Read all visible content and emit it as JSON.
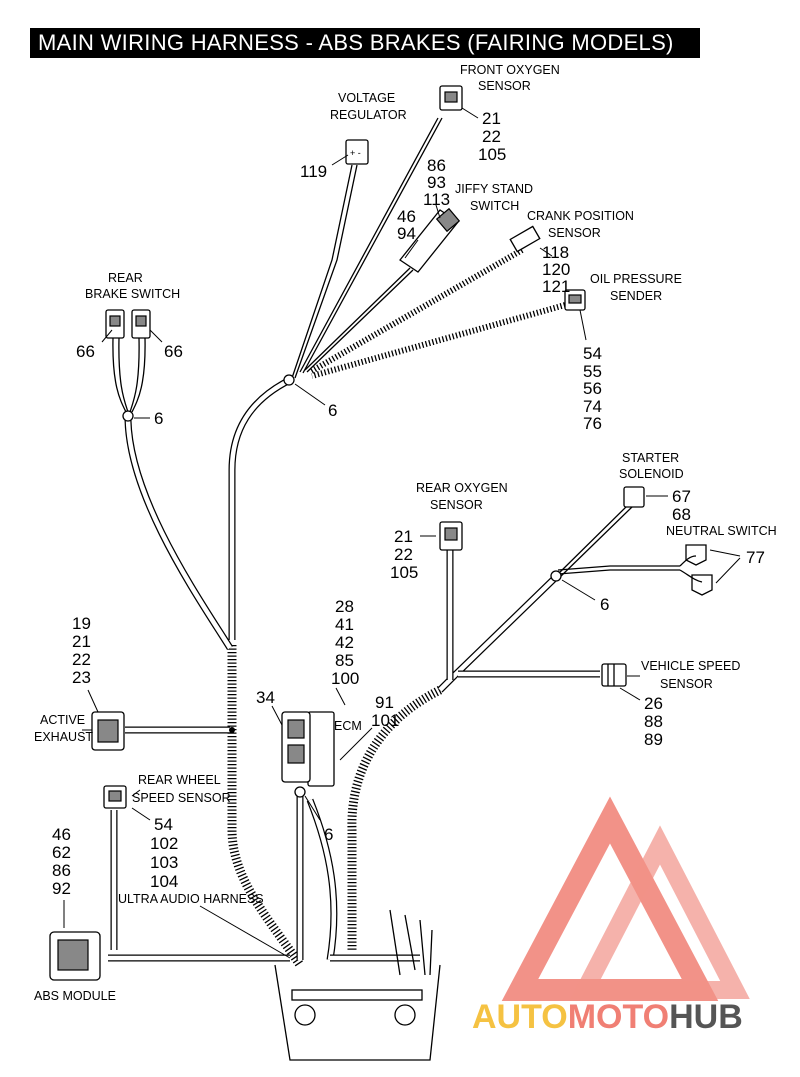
{
  "title": "MAIN WIRING HARNESS - ABS BRAKES (FAIRING MODELS)",
  "labels": {
    "front_oxygen_1": "FRONT OXYGEN",
    "front_oxygen_2": "SENSOR",
    "voltage_regulator_1": "VOLTAGE",
    "voltage_regulator_2": "REGULATOR",
    "jiffy_stand_1": "JIFFY STAND",
    "jiffy_stand_2": "SWITCH",
    "crank_position_1": "CRANK POSITION",
    "crank_position_2": "SENSOR",
    "oil_pressure_1": "OIL PRESSURE",
    "oil_pressure_2": "SENDER",
    "rear_brake_1": "REAR",
    "rear_brake_2": "BRAKE SWITCH",
    "rear_oxygen_1": "REAR OXYGEN",
    "rear_oxygen_2": "SENSOR",
    "starter_solenoid_1": "STARTER",
    "starter_solenoid_2": "SOLENOID",
    "neutral_switch": "NEUTRAL SWITCH",
    "vehicle_speed_1": "VEHICLE SPEED",
    "vehicle_speed_2": "SENSOR",
    "ecm": "ECM",
    "active_exhaust_1": "ACTIVE",
    "active_exhaust_2": "EXHAUST",
    "rear_wheel_1": "REAR WHEEL",
    "rear_wheel_2": "SPEED SENSOR",
    "ultra_audio": "ULTRA AUDIO HARNESS",
    "abs_module": "ABS MODULE"
  },
  "callouts": {
    "front_oxygen": [
      "21",
      "22",
      "105"
    ],
    "voltage_regulator": [
      "119"
    ],
    "jiffy_stand_a": [
      "86",
      "93",
      "113"
    ],
    "jiffy_stand_b": [
      "46",
      "94"
    ],
    "crank_position": [
      "118",
      "120",
      "121"
    ],
    "oil_pressure": [
      "54",
      "55",
      "56",
      "74",
      "76"
    ],
    "rear_brake_left": [
      "66"
    ],
    "rear_brake_right": [
      "66"
    ],
    "brake_tie": [
      "6"
    ],
    "upper_tie": [
      "6"
    ],
    "rear_oxygen": [
      "21",
      "22",
      "105"
    ],
    "starter_solenoid": [
      "67",
      "68"
    ],
    "neutral_switch": [
      "77"
    ],
    "right_tie": [
      "6"
    ],
    "vehicle_speed": [
      "26",
      "88",
      "89"
    ],
    "ecm_top": [
      "28",
      "41",
      "42",
      "85",
      "100"
    ],
    "ecm_right": [
      "91",
      "101"
    ],
    "ecm_left": [
      "34"
    ],
    "ecm_tie": [
      "6"
    ],
    "active_exhaust": [
      "19",
      "21",
      "22",
      "23"
    ],
    "rear_wheel": [
      "54",
      "102",
      "103",
      "104"
    ],
    "abs_module": [
      "46",
      "62",
      "86",
      "92"
    ]
  },
  "watermark": {
    "part_1": "AUTO",
    "part_2": "MOTO",
    "part_3": "HUB",
    "color_1": "#f5c242",
    "color_2": "#f07f74",
    "color_3": "#555555"
  }
}
